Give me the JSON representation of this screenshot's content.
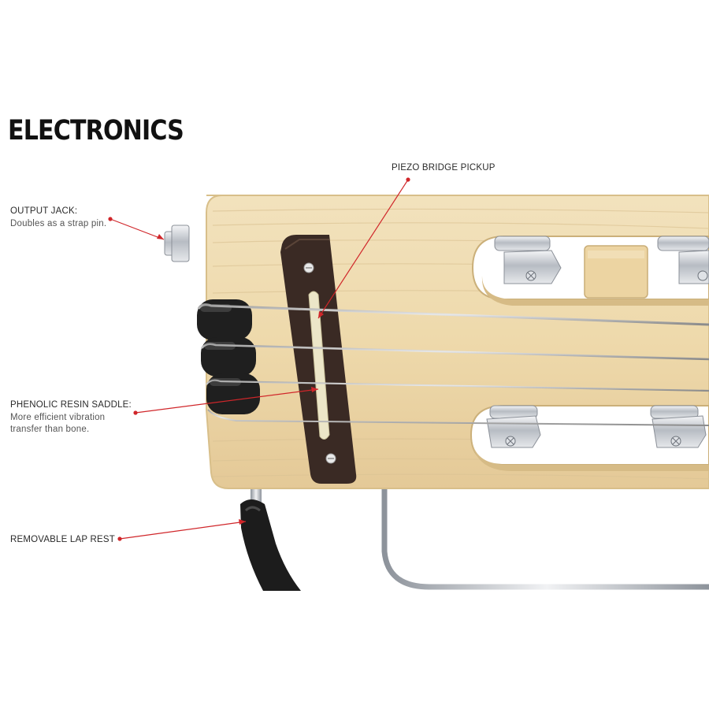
{
  "heading": "ELECTRONICS",
  "callouts": {
    "output_jack": {
      "title": "OUTPUT JACK:",
      "desc": "Doubles as a strap pin."
    },
    "piezo": {
      "title": "PIEZO BRIDGE PICKUP"
    },
    "saddle": {
      "title": "PHENOLIC RESIN SADDLE:",
      "desc_1": "More efficient vibration",
      "desc_2": "transfer than bone."
    },
    "lap_rest": {
      "title": "REMOVABLE LAP REST"
    }
  },
  "colors": {
    "accent": "#d0262a",
    "maple": "#eedcb3",
    "maple_dark": "#d9c08a",
    "ebony": "#3a2a24",
    "saddle": "#ece6c8",
    "chrome": "#c9ccd1",
    "foam": "#1c1c1c"
  }
}
